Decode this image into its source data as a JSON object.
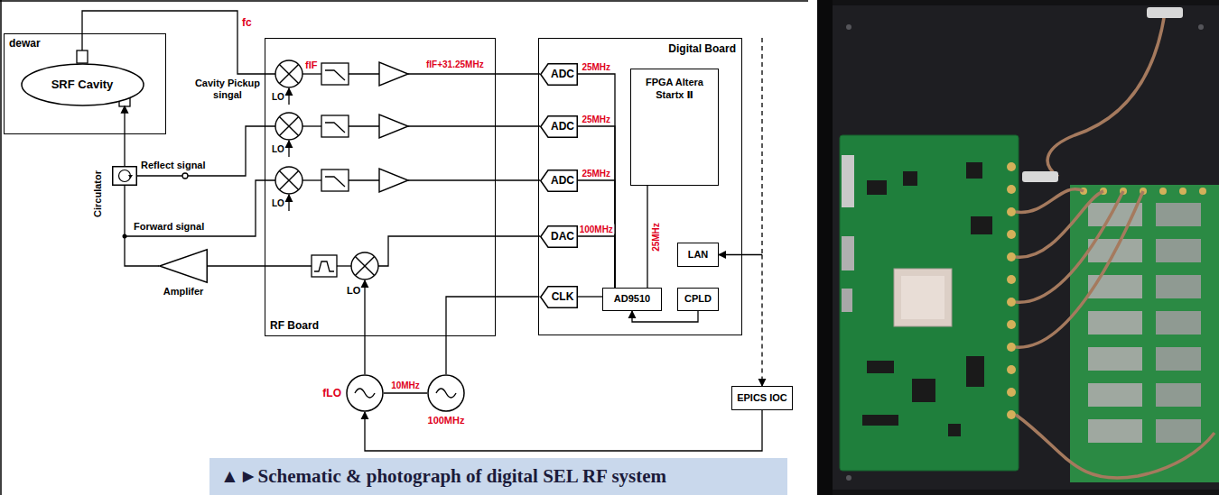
{
  "diagram": {
    "caption": "▲►Schematic & photograph of digital SEL RF system",
    "nodes": [
      {
        "text": [
          "dewar"
        ]
      },
      {
        "text": [
          "SRF Cavity"
        ],
        "in": 0
      },
      {
        "text": [
          "Circulator"
        ]
      },
      {
        "text": [
          "Amplifer"
        ]
      },
      {
        "text": [
          "RF Board"
        ]
      },
      {
        "text": [
          "Digital Board"
        ]
      },
      {
        "text": [
          "ADC"
        ],
        "in": 5
      },
      {
        "text": [
          "ADC"
        ],
        "in": 5
      },
      {
        "text": [
          "ADC"
        ],
        "in": 5
      },
      {
        "text": [
          "DAC"
        ],
        "in": 5
      },
      {
        "text": [
          "CLK"
        ],
        "in": 5
      },
      {
        "text": [
          "FPGA Altera Startx Ⅱ"
        ],
        "in": 5
      },
      {
        "text": [
          "LAN"
        ],
        "in": 5
      },
      {
        "text": [
          "AD9510"
        ],
        "in": 5
      },
      {
        "text": [
          "CPLD"
        ],
        "in": 5
      },
      {
        "text": [
          "fLO"
        ]
      },
      {
        "text": [
          "100MHz"
        ]
      },
      {
        "text": [
          "EPICS IOC"
        ]
      }
    ],
    "edges": [
      {
        "from": 2,
        "to": 1,
        "arrow": "to"
      },
      {
        "from": 3,
        "to": 2,
        "arrow": "none"
      },
      {
        "from": 13,
        "to": 6,
        "label": "25MHz",
        "arrow": "none"
      },
      {
        "from": 13,
        "to": 7,
        "label": "25MHz",
        "arrow": "none"
      },
      {
        "from": 13,
        "to": 8,
        "label": "25MHz",
        "arrow": "none"
      },
      {
        "from": 13,
        "to": 9,
        "label": "100MHz",
        "arrow": "none"
      },
      {
        "from": 13,
        "to": 11,
        "label": "25MHz",
        "arrow": "none"
      },
      {
        "from": 10,
        "to": 13,
        "arrow": "none"
      },
      {
        "from": 14,
        "to": 13,
        "arrow": "to"
      },
      {
        "from": 12,
        "to": 17,
        "arrow": "both"
      },
      {
        "from": 17,
        "to": 15,
        "arrow": "to"
      },
      {
        "from": 15,
        "to": 16,
        "label": "10MHz",
        "arrow": "none"
      },
      {
        "from": 16,
        "to": 10,
        "arrow": "none"
      }
    ],
    "labels": [
      "fc",
      "Cavity Pickup singal",
      "fIF",
      "fIF+31.25MHz",
      "Reflect signal",
      "Forward signal",
      "LO",
      "LO",
      "LO",
      "LO"
    ]
  }
}
